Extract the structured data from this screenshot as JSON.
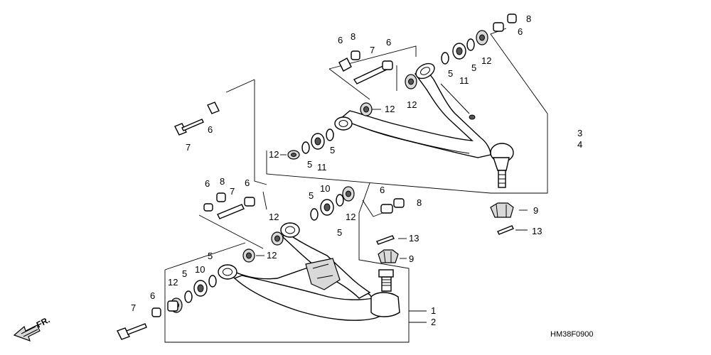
{
  "diagram_code": "HM38F0900",
  "direction_label": "FR.",
  "callouts": {
    "c1": "1",
    "c2": "2",
    "c3": "3",
    "c4": "4",
    "c5": "5",
    "c6": "6",
    "c7": "7",
    "c8": "8",
    "c9": "9",
    "c10": "10",
    "c11": "11",
    "c12": "12",
    "c13": "13"
  },
  "colors": {
    "line": "#000000",
    "background": "#ffffff",
    "shade": "#d9d9d9"
  },
  "icons": [
    "front-direction-arrow-icon"
  ]
}
